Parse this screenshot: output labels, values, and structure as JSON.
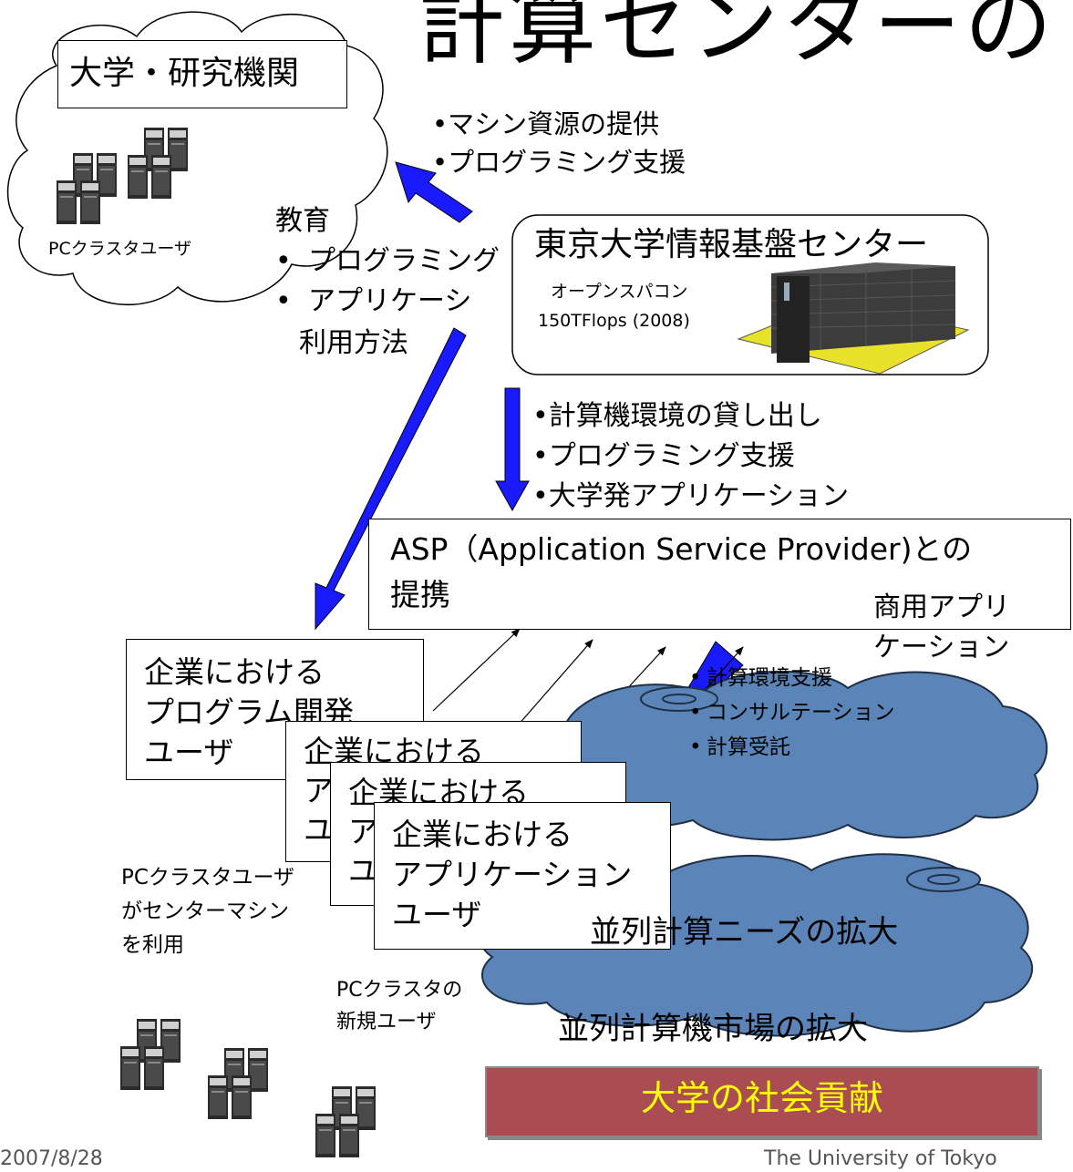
{
  "slide_title": "計算センターの",
  "university": {
    "title": "大学・研究機関",
    "pc_user_label": "PCクラスタユーザ"
  },
  "support_top": [
    "•マシン資源の提供",
    "•プログラミング支援"
  ],
  "education": {
    "heading": "教育",
    "items": [
      "プログラミング",
      "アプリケーシ"
    ],
    "continuation": "利用方法"
  },
  "center": {
    "title": "東京大学情報基盤センター",
    "machine_name": "オープンスパコン",
    "machine_spec": "150TFlops (2008)"
  },
  "services_mid": [
    "•計算機環境の貸し出し",
    "•プログラミング支援",
    "•大学発アプリケーション"
  ],
  "asp": {
    "line1": "ASP（Application Service Provider)との",
    "line2": "提携",
    "commercial_apps": [
      "商用アプリ",
      "ケーション"
    ]
  },
  "services_asp": [
    "計算環境支援",
    "コンサルテーション",
    "計算受託"
  ],
  "enterprise_dev": [
    "企業における",
    "プログラム開発",
    "ユーザ"
  ],
  "enterprise_app": [
    "企業における",
    "アプリケーション",
    "ユーザ"
  ],
  "enterprise_app_partial": {
    "card1_top": "企業における",
    "card2_top": "企業における",
    "side_char_a": "ア",
    "side_char_u": "ユ"
  },
  "pc_to_center": [
    "PCクラスタユーザ",
    "がセンターマシン",
    "を利用"
  ],
  "pc_new_users": [
    "PCクラスタの",
    "新規ユーザ"
  ],
  "outcomes": {
    "needs": "並列計算ニーズの拡大",
    "market": "並列計算機市場の拡大",
    "contribution": "大学の社会貢献"
  },
  "footer": {
    "date": "2007/8/28",
    "org": "The University of Tokyo"
  },
  "colors": {
    "arrow_blue": "#1a1aff",
    "cloud_blue": "#5b85b8",
    "contribution_bg": "#a94d52",
    "contribution_text": "#ffff00",
    "platform_yellow": "#e8e22a"
  }
}
